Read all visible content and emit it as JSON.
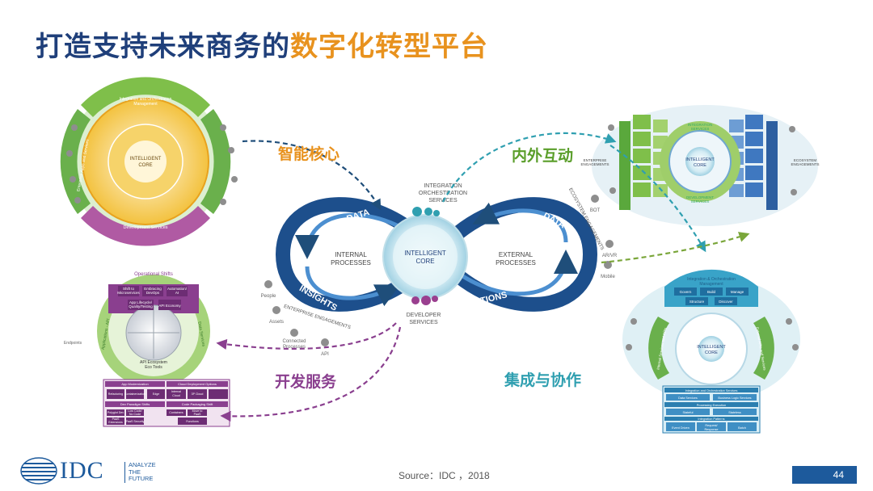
{
  "title": {
    "part1": "打造支持未来商务的",
    "part2": "数字化转型平台"
  },
  "callouts": {
    "intelligent_core": "智能核心",
    "inner_outer": "内外互动",
    "dev_services": "开发服务",
    "integration": "集成与协作"
  },
  "loop": {
    "left_title": "INTERNAL\nPROCESSES",
    "right_title": "EXTERNAL\nPROCESSES",
    "center": "INTELLIGENT\nCORE",
    "top_label": "INTEGRATION\nORCHESTRATION\nSERVICES",
    "bottom_label": "DEVELOPER\nSERVICES",
    "data_left": "DATA",
    "data_right": "DATA",
    "insights": "INSIGHTS",
    "actions": "ACTIONS",
    "enterprise": "ENTERPRISE ENGAGEMENTS",
    "ecosystem": "ECOSYSTEM ENGAGEMENTS",
    "left_icons": [
      "People",
      "Assets",
      "Connected\nProcesses",
      "API"
    ],
    "right_icons": [
      "BOT",
      "AR/VR",
      "Mobile"
    ]
  },
  "diagram_tl": {
    "top": "Integration and Orchestration\nManagement",
    "bottom": "Development Services",
    "core": "INTELLIGENT\nCORE",
    "left": "Enterprise Apps\nand Services"
  },
  "diagram_tr": {
    "core": "INTELLIGENT\nCORE",
    "left": "ENTERPRISE\nENGAGEMENTS",
    "right": "ECOSYSTEM\nENGAGEMENTS",
    "top": "INTEGRATION\nSERVICES",
    "bottom": "DEVELOPMENT\nSERVICES"
  },
  "diagram_bl": {
    "top": "Operational Shifts",
    "core": "API Ecosystem\nEco Tools",
    "chips": [
      "Shift to\nMicroservices",
      "Embracing\nDevOps",
      "Automation/\nAI",
      "App Lifecycle/\nQuality/Testing",
      "API Economy"
    ],
    "left": "Applications - API",
    "right": "Data Services",
    "bottom_rows": [
      {
        "left": "App Modernization",
        "right": "Cloud Deployment Options"
      },
      {
        "left": "Dev Paradigm Shifts",
        "right": "Code Packaging Shift"
      }
    ],
    "cells": [
      "Refactoring",
      "Containerization",
      "Edge",
      "Internal\nCloud",
      "3P Cloud",
      "Polyglot Dev",
      "Low Code/\nNo Code",
      "Containers",
      "Move to\nPaaS",
      "PaaS\nExtensions",
      "PaaS Security",
      "Functions"
    ],
    "side": "Endpoints"
  },
  "diagram_br": {
    "top": "Integration & Orchestration\nManagement",
    "chips": [
      "Govern",
      "Build",
      "Manage",
      "Structure",
      "Discover"
    ],
    "core": "INTELLIGENT\nCORE",
    "left": "Internal Services\nand APIs",
    "right": "External APIs\nand Services",
    "rows": [
      "Integration and Orchestration Services",
      "Data Services",
      "Business Logic Services",
      "Processing Execution",
      "Stateful",
      "Stateless",
      "Integration Patterns",
      "Event Driven",
      "Request/\nResponse",
      "Batch"
    ]
  },
  "footer": {
    "source": "Source：IDC ，2018",
    "page": "44",
    "brand": "IDC",
    "tagline": [
      "ANALYZE",
      "THE",
      "FUTURE"
    ]
  },
  "colors": {
    "navy": "#1f3f7a",
    "orange": "#e8921e",
    "green": "#5a9e2a",
    "purple": "#8a3f8f",
    "teal": "#2f9fb0",
    "loop_blue": "#1d4f8c"
  }
}
